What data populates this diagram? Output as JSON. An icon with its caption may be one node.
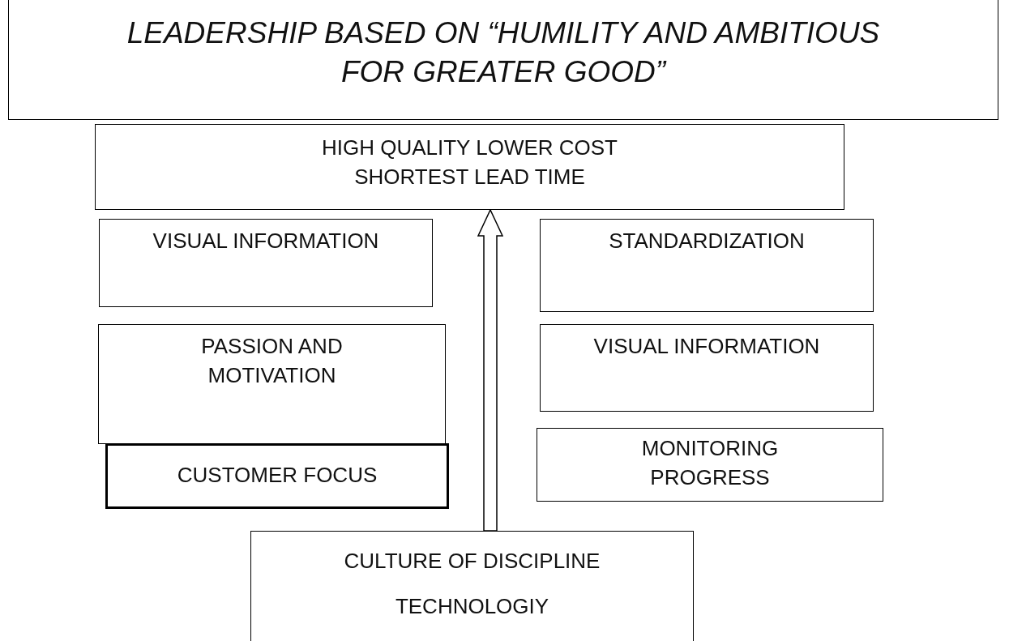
{
  "diagram": {
    "nodes": [
      {
        "text": [
          "LEADERSHIP BASED ON “HUMILITY AND AMBITIOUS FOR GREATER GOOD”"
        ]
      },
      {
        "text": [
          "HIGH QUALITY LOWER COST SHORTEST LEAD TIME"
        ]
      },
      {
        "text": [
          "VISUAL INFORMATION"
        ]
      },
      {
        "text": [
          "STANDARDIZATION"
        ]
      },
      {
        "text": [
          "PASSION AND MOTIVATION"
        ]
      },
      {
        "text": [
          "VISUAL INFORMATION"
        ]
      },
      {
        "text": [
          "CUSTOMER FOCUS"
        ]
      },
      {
        "text": [
          "MONITORING PROGRESS"
        ]
      },
      {
        "text": [
          "CULTURE OF DISCIPLINE",
          "TECHNOLOGIY"
        ]
      }
    ],
    "edges": [
      {
        "from": 8,
        "to": 1,
        "arrow": "to"
      }
    ]
  }
}
